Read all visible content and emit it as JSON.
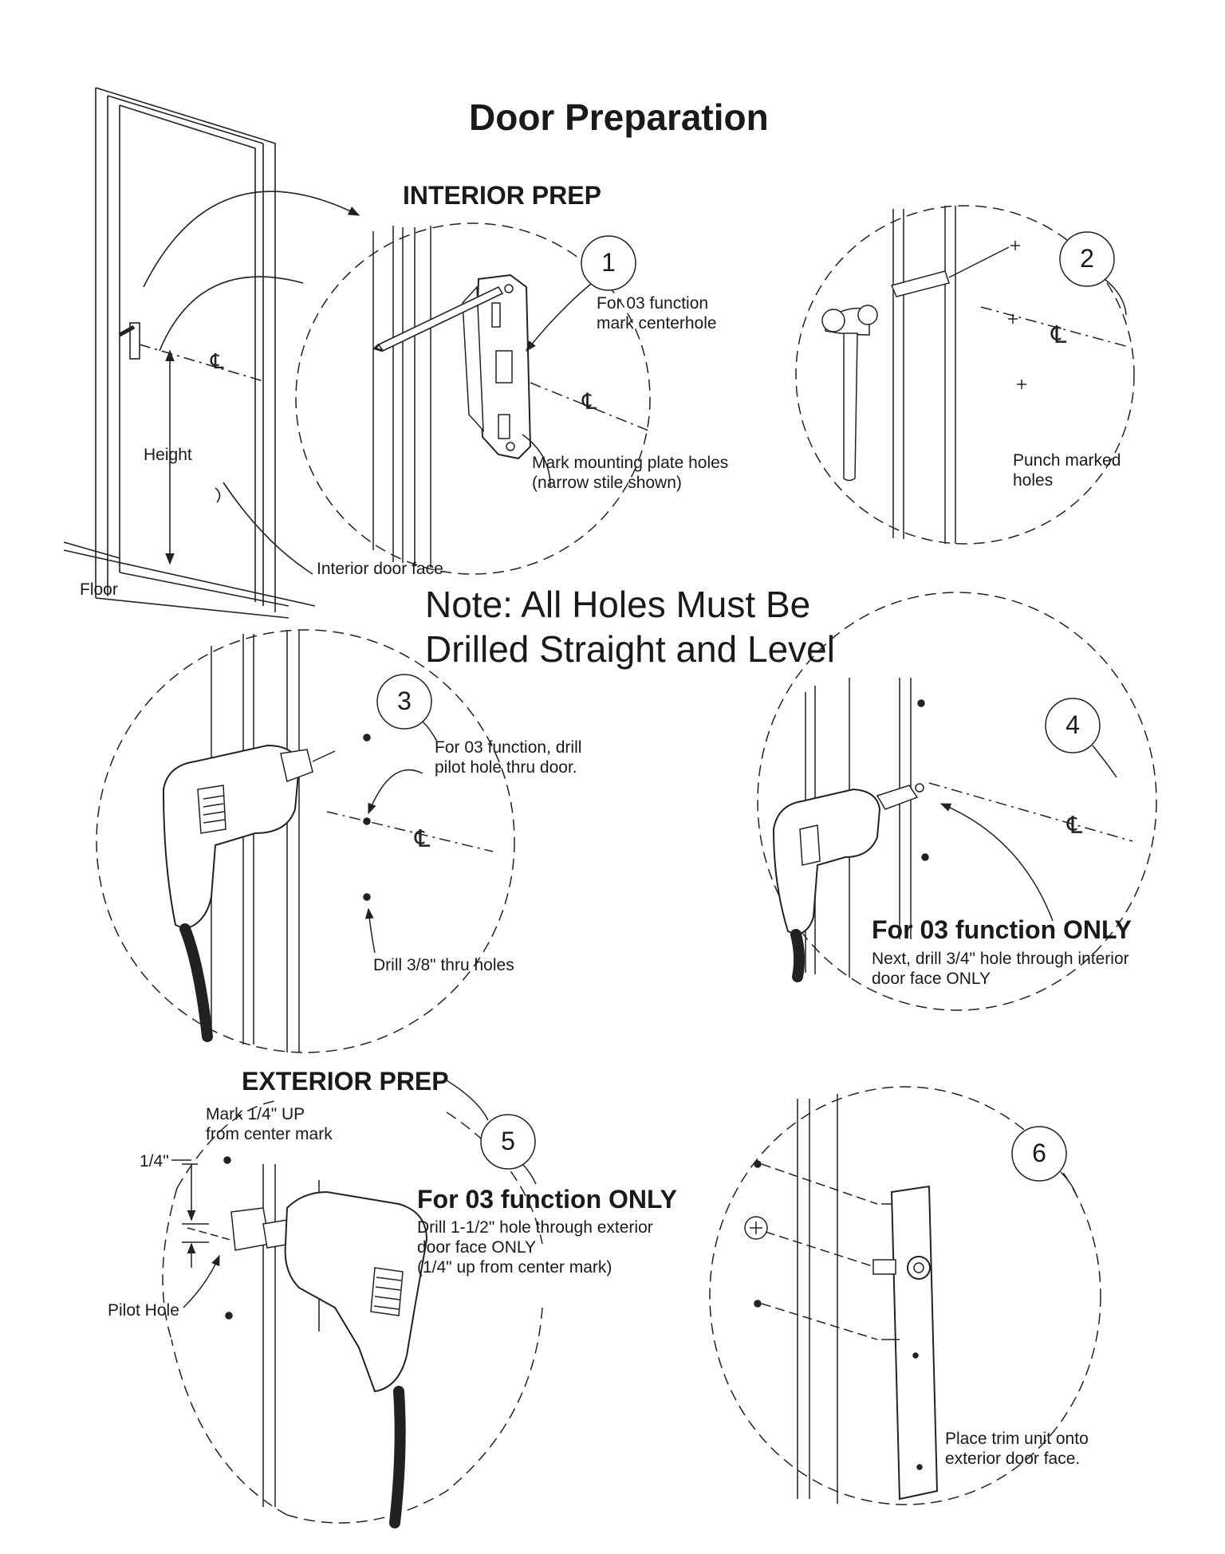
{
  "title": "Door Preparation",
  "sections": {
    "interior": "INTERIOR PREP",
    "exterior": "EXTERIOR PREP"
  },
  "note": {
    "line1": "Note: All Holes Must Be",
    "line2": "Drilled Straight and Level"
  },
  "door_overview": {
    "height": "Height",
    "interior_face": "Interior door face",
    "floor": "Floor"
  },
  "steps": [
    {
      "number": "1",
      "captions": [
        "For 03 function",
        "mark centerhole",
        "Mark mounting plate holes",
        "(narrow stile shown)"
      ]
    },
    {
      "number": "2",
      "captions": [
        "Punch marked",
        "holes"
      ]
    },
    {
      "number": "3",
      "captions": [
        "For 03 function, drill",
        "pilot hole thru door.",
        "Drill 3/8\" thru holes"
      ]
    },
    {
      "number": "4",
      "heading": "For 03 function ONLY",
      "captions": [
        "Next, drill 3/4\" hole through interior",
        "door face ONLY"
      ]
    },
    {
      "number": "5",
      "heading": "For 03 function ONLY",
      "captions": [
        "Mark 1/4\" UP",
        "from center mark",
        "1/4\"",
        "Pilot Hole",
        "Drill 1-1/2\" hole through exterior",
        "door face ONLY",
        "(1/4\" up from center mark)"
      ]
    },
    {
      "number": "6",
      "captions": [
        "Place trim unit onto",
        "exterior door face."
      ]
    }
  ]
}
